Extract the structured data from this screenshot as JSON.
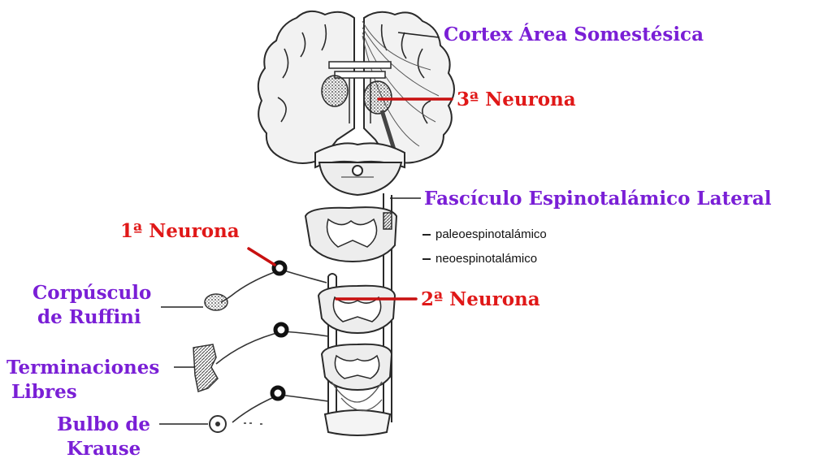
{
  "labels": {
    "cortex": "Cortex Área Somestésica",
    "neuron3": "3ª Neurona",
    "fasciculo": "Fascículo Espinotalámico Lateral",
    "paleo": "paleoespinotalámico",
    "neo": "neoespinotalámico",
    "neuron1": "1ª Neurona",
    "neuron2": "2ª Neurona",
    "ruffini_line1": "Corpúsculo",
    "ruffini_line2": "de Ruffini",
    "libres_line1": "Terminaciones",
    "libres_line2": "Libres",
    "krause_line1": "Bulbo de",
    "krause_line2": "Krause"
  },
  "colors": {
    "purple_label": "#7a1fd6",
    "red_label": "#e01818",
    "pointer_red": "#c81010",
    "ink": "#2a2a2a"
  },
  "icons": [
    "brain-drawing",
    "spinal-cord-drawing",
    "ganglion-icon",
    "receptor-icon"
  ]
}
